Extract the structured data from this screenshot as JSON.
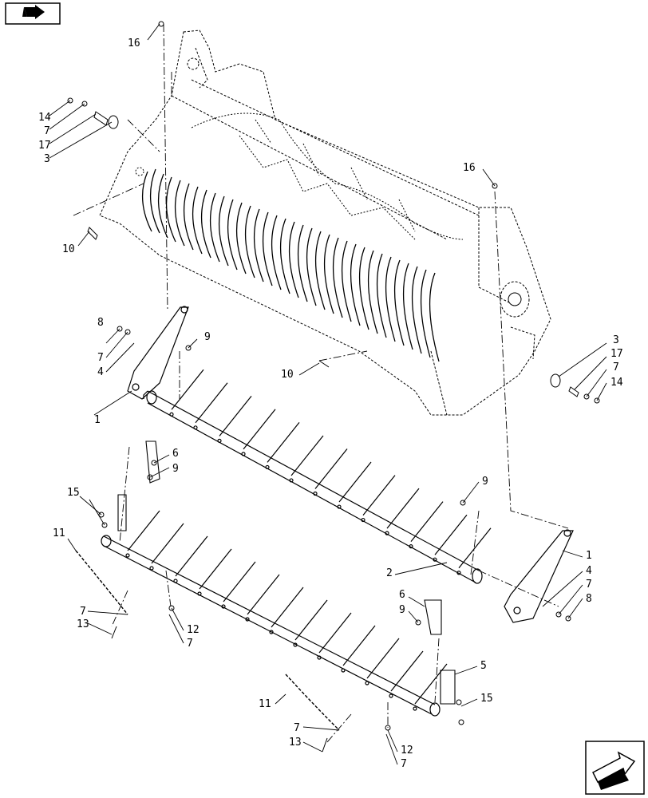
{
  "navigation": {
    "prev_icon": "arrow-right-icon",
    "next_icon": "arrow-next-page-icon"
  },
  "callouts": {
    "c16_top": "16",
    "c14_left": "14",
    "c7_left_a": "7",
    "c17_left": "17",
    "c3_left": "3",
    "c16_right": "16",
    "c10_left": "10",
    "c8_left": "8",
    "c7_left_b": "7",
    "c4_left": "4",
    "c9_upper": "9",
    "c10_mid": "10",
    "c3_right": "3",
    "c17_right": "17",
    "c7_right_a": "7",
    "c14_right": "14",
    "c1_left": "1",
    "c6_upper": "6",
    "c9_mid": "9",
    "c9_right": "9",
    "c15_left": "15",
    "c11_left": "11",
    "c1_right": "1",
    "c4_right": "4",
    "c7_right_b": "7",
    "c8_right": "8",
    "c2": "2",
    "c6_lower": "6",
    "c9_lower": "9",
    "c7_left_c": "7",
    "c13_left": "13",
    "c12_upper": "12",
    "c7_upper_b": "7",
    "c5": "5",
    "c15_right": "15",
    "c11_lower": "11",
    "c7_lower": "7",
    "c13_lower": "13",
    "c12_lower": "12",
    "c7_bottom": "7"
  }
}
